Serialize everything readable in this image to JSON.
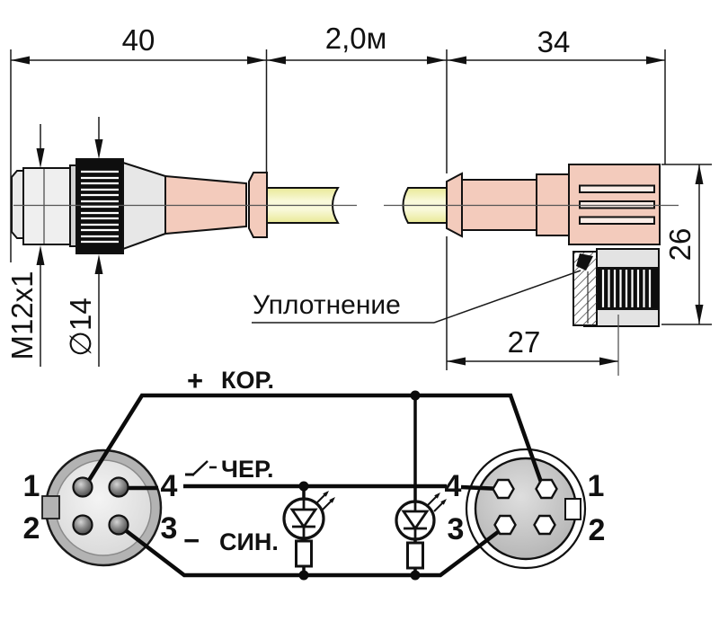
{
  "dimensions": {
    "connector_a_length": "40",
    "cable_length": "2,0м",
    "connector_b_length": "34",
    "connector_b_height": "26",
    "connector_b_nut_offset": "27",
    "thread_label": "M12x1",
    "diameter_label": "∅14"
  },
  "seal_label": "Уплотнение",
  "wiring": {
    "plus_sign": "+",
    "brown_label": "КОР.",
    "black_label": "ЧЕР.",
    "minus_sign": "−",
    "blue_label": "СИН.",
    "left_pins": {
      "tl": "1",
      "bl": "2",
      "tr": "4",
      "br": "3"
    },
    "right_pins": {
      "tl": "4",
      "bl": "3",
      "tr": "1",
      "br": "2"
    }
  },
  "colors": {
    "body_pink": "#f3cbbc",
    "cable_yellow": "#efefa9",
    "metal_gray": "#e7e7e7",
    "knurl_black": "#0e0e0e"
  }
}
